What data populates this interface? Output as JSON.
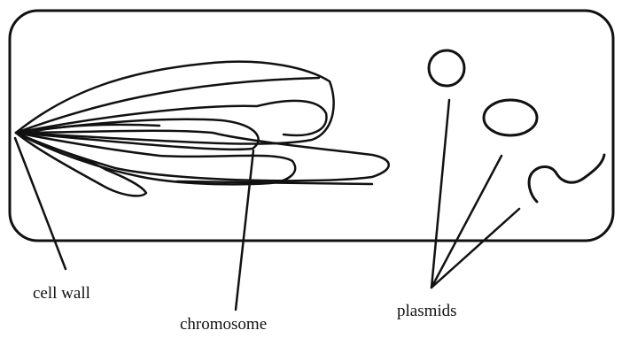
{
  "labels": {
    "cell_wall": "cell wall",
    "chromosome": "chromosome",
    "plasmids": "plasmids"
  },
  "colors": {
    "ink": "#111111",
    "background": "#ffffff"
  }
}
